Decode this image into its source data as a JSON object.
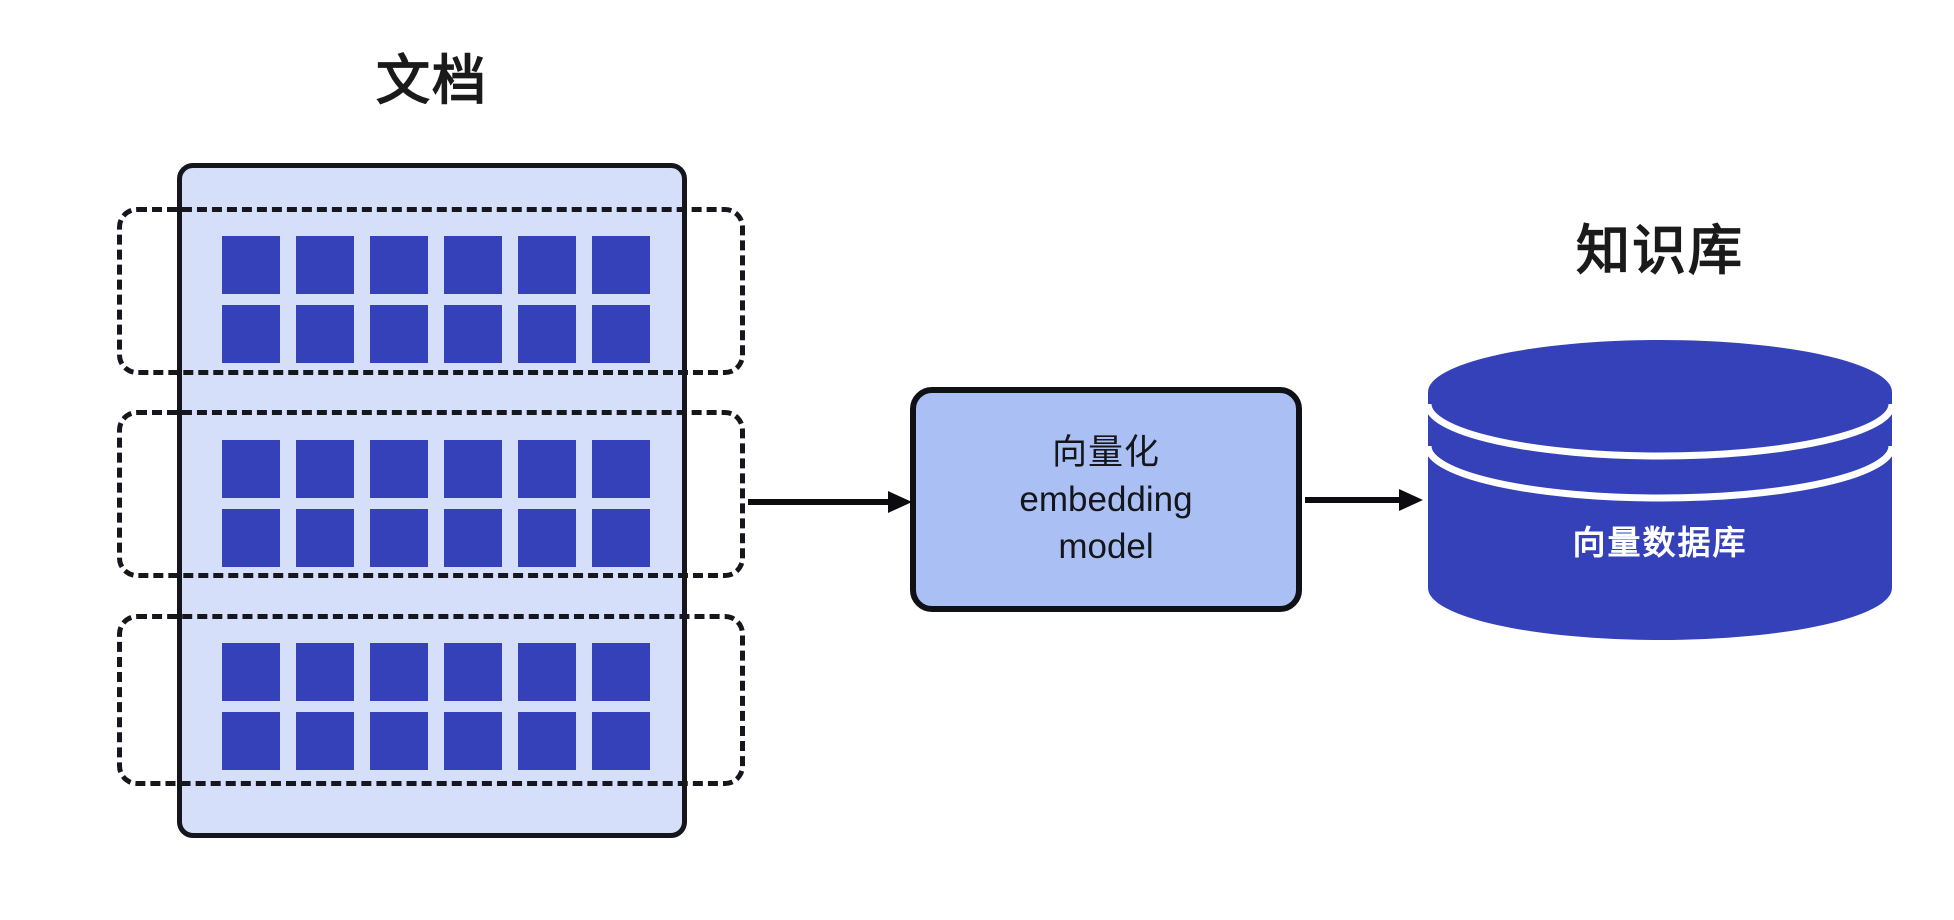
{
  "diagram": {
    "title_document": "文档",
    "title_knowledge_base": "知识库",
    "colors": {
      "block_blue": "#3441b8",
      "document_bg": "#d6dffa",
      "embedding_bg": "#aac0f5",
      "cylinder_blue": "#3441b8",
      "outline": "#15161c",
      "text_dark": "#1a1a1a",
      "text_light": "#ffffff"
    },
    "document": {
      "label": "文档",
      "chunks": [
        {
          "name": "chunk-1",
          "rows": 2,
          "cols": 6,
          "blocks": 12
        },
        {
          "name": "chunk-2",
          "rows": 2,
          "cols": 6,
          "blocks": 12
        },
        {
          "name": "chunk-3",
          "rows": 2,
          "cols": 6,
          "blocks": 12
        }
      ]
    },
    "embedding_model": {
      "line1": "向量化",
      "line2": "embedding",
      "line3": "model"
    },
    "knowledge_base": {
      "label": "知识库",
      "cylinder_label": "向量数据库",
      "ring_count": 2
    },
    "arrows": [
      {
        "name": "arrow-chunks-to-embedding",
        "from": "document-chunks",
        "to": "embedding-model"
      },
      {
        "name": "arrow-embedding-to-vectordb",
        "from": "embedding-model",
        "to": "vector-database"
      }
    ]
  }
}
